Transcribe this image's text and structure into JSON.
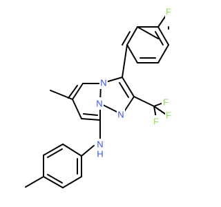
{
  "molecule": {
    "atoms": [
      {
        "id": "N_top",
        "symbol": "N",
        "color": "#3050F8"
      },
      {
        "id": "N_bridge",
        "symbol": "N",
        "color": "#3050F8"
      },
      {
        "id": "N_pyrazole",
        "symbol": "N",
        "color": "#3050F8"
      },
      {
        "id": "N_amine",
        "symbol": "N",
        "color": "#3050F8"
      },
      {
        "id": "H_amine",
        "symbol": "H",
        "color": "#3050F8"
      },
      {
        "id": "F_aryl",
        "symbol": "F",
        "color": "#90E050"
      },
      {
        "id": "F_cf3_a",
        "symbol": "F",
        "color": "#90E050"
      },
      {
        "id": "F_cf3_b",
        "symbol": "F",
        "color": "#90E050"
      },
      {
        "id": "F_cf3_c",
        "symbol": "F",
        "color": "#90E050"
      }
    ]
  }
}
